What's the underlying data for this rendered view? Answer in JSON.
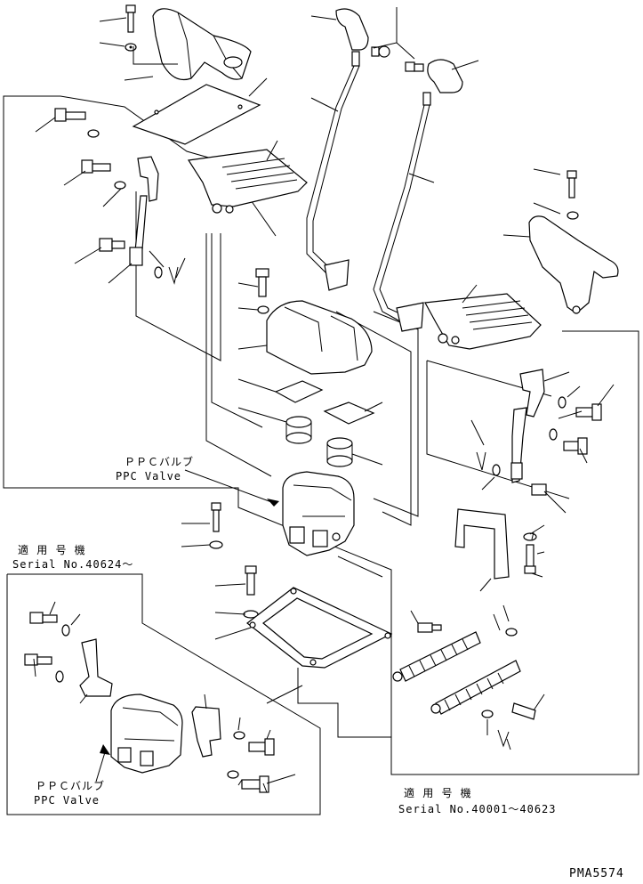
{
  "labels": {
    "ppc_top_jp": "ＰＰＣバルブ",
    "ppc_top_en": "PPC Valve",
    "serial_left_jp": "適 用 号 機",
    "serial_left_en": "Serial No.40624～",
    "ppc_bottom_jp": "ＰＰＣバルブ",
    "ppc_bottom_en": "PPC Valve",
    "serial_right_jp": "適 用 号 機",
    "serial_right_en": "Serial No.40001～40623",
    "drawing_code": "PMA5574"
  }
}
